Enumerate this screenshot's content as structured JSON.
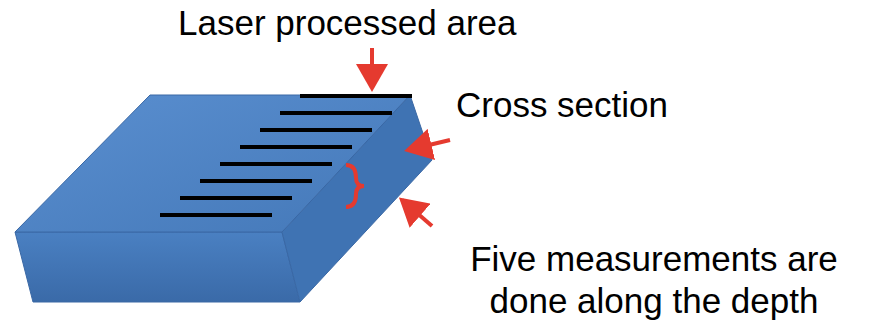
{
  "diagram": {
    "labels": [
      "Laser processed area",
      "Cross section",
      "Five measurements are done along the depth"
    ]
  }
}
